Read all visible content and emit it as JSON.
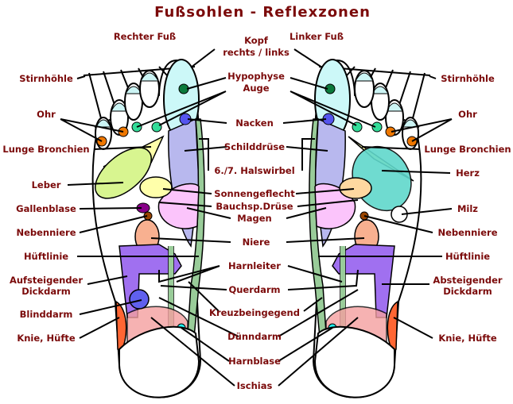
{
  "title": "Fußsohlen - Reflexzonen",
  "feet": {
    "right": "Rechter Fuß",
    "left": "Linker Fuß"
  },
  "center": {
    "kopf_1": "Kopf",
    "kopf_2": "rechts / links",
    "hypophyse": "Hypophyse",
    "auge": "Auge",
    "nacken": "Nacken",
    "schilddruese": "Schilddrüse",
    "halswirbel": "6./7. Halswirbel",
    "sonnengeflecht": "Sonnengeflecht",
    "bauchspeicheldruese": "Bauchsp.Drüse",
    "magen": "Magen",
    "niere": "Niere",
    "harnleiter": "Harnleiter",
    "querdarm": "Querdarm",
    "kreuzbein": "Kreuzbeingegend",
    "duenndarm": "Dünndarm",
    "harnblase": "Harnblase",
    "ischias": "Ischias"
  },
  "left_labels": {
    "stirnhoehle": "Stirnhöhle",
    "ohr": "Ohr",
    "lunge": "Lunge Bronchien",
    "leber": "Leber",
    "gallenblase": "Gallenblase",
    "nebenniere": "Nebenniere",
    "hueftlinie": "Hüftlinie",
    "dickdarm_1": "Aufsteigender",
    "dickdarm_2": "Dickdarm",
    "blinddarm": "Blinddarm",
    "knie": "Knie, Hüfte"
  },
  "right_labels": {
    "stirnhoehle": "Stirnhöhle",
    "ohr": "Ohr",
    "lunge": "Lunge Bronchien",
    "herz": "Herz",
    "milz": "Milz",
    "nebenniere": "Nebenniere",
    "hueftlinie": "Hüftlinie",
    "dickdarm_1": "Absteigender",
    "dickdarm_2": "Dickdarm",
    "knie": "Knie, Hüfte"
  },
  "colors": {
    "label": "#7b0a0a",
    "spine": "#99cc99",
    "kidney": "#f4a582",
    "colon": "#a070f0"
  }
}
